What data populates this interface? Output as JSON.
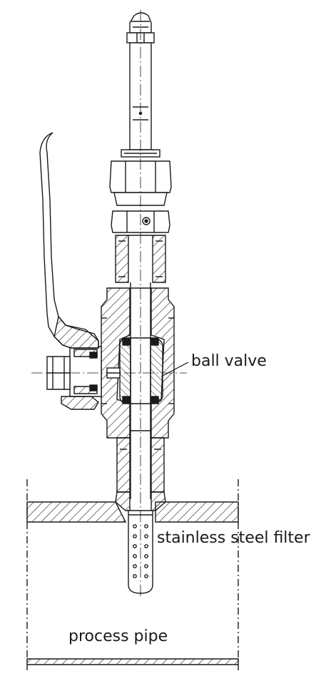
{
  "labels": {
    "ball_valve": "ball valve",
    "filter": "stainless steel filter",
    "pipe": "process pipe"
  },
  "colors": {
    "line": "#1a1a1a",
    "background": "#ffffff"
  }
}
